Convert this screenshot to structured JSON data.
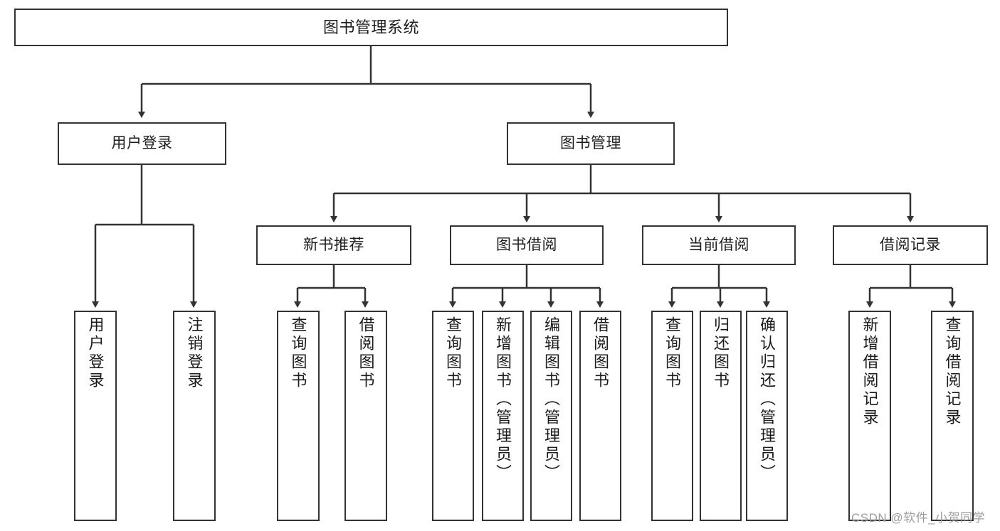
{
  "diagram": {
    "title": "图书管理系统",
    "type": "tree-hierarchy-chart",
    "orientation": "top-down",
    "colors": {
      "stroke": "#333333",
      "fill": "#ffffff",
      "text": "#1b1b1b",
      "watermark": "#9d9d9d"
    },
    "nodes": {
      "root": {
        "label": "图书管理系统"
      },
      "level2": [
        {
          "label": "用户登录"
        },
        {
          "label": "图书管理"
        }
      ],
      "level3": [
        {
          "label": "新书推荐"
        },
        {
          "label": "图书借阅"
        },
        {
          "label": "当前借阅"
        },
        {
          "label": "借阅记录"
        }
      ],
      "leaves": {
        "user_login": [
          {
            "label": "用户登录"
          },
          {
            "label": "注销登录"
          }
        ],
        "new_book_recommend": [
          {
            "label": "查询图书"
          },
          {
            "label": "借阅图书"
          }
        ],
        "book_borrow": [
          {
            "label": "查询图书"
          },
          {
            "label": "新增图书（管理员）"
          },
          {
            "label": "编辑图书（管理员）"
          },
          {
            "label": "借阅图书"
          }
        ],
        "current_borrow": [
          {
            "label": "查询图书"
          },
          {
            "label": "归还图书"
          },
          {
            "label": "确认归还（管理员）"
          }
        ],
        "borrow_record": [
          {
            "label": "新增借阅记录"
          },
          {
            "label": "查询借阅记录"
          }
        ]
      }
    },
    "watermark": "CSDN @软件_小贺同学"
  }
}
